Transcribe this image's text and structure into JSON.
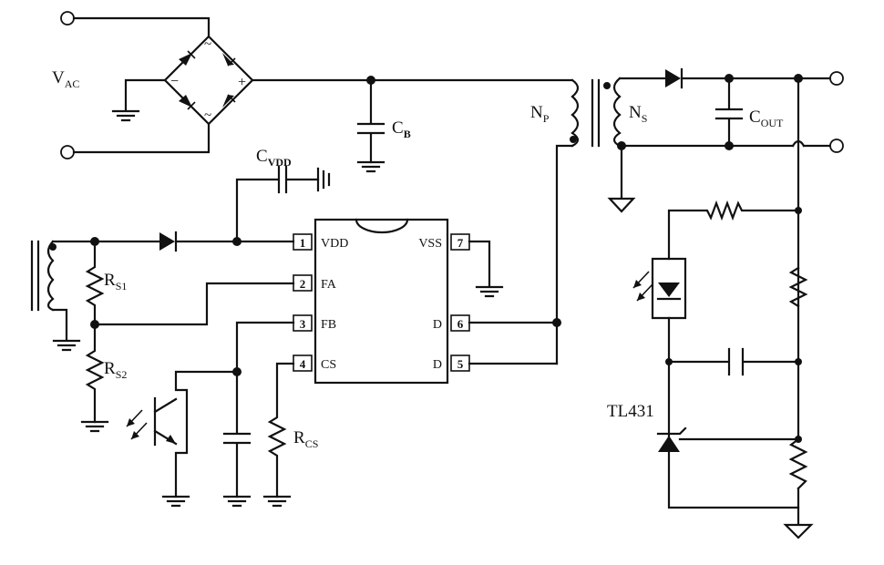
{
  "labels": {
    "vac": "V",
    "vac_sub": "AC",
    "cb": "C",
    "cb_sub": "B",
    "cvdd": "C",
    "cvdd_sub": "VDD",
    "np": "N",
    "np_sub": "P",
    "ns": "N",
    "ns_sub": "S",
    "cout": "C",
    "cout_sub": "OUT",
    "rs1": "R",
    "rs1_sub": "S1",
    "rs2": "R",
    "rs2_sub": "S2",
    "rcs": "R",
    "rcs_sub": "CS",
    "tl431": "TL431"
  },
  "ic": {
    "pins": [
      {
        "num": "1",
        "name": "VDD"
      },
      {
        "num": "2",
        "name": "FA"
      },
      {
        "num": "3",
        "name": "FB"
      },
      {
        "num": "4",
        "name": "CS"
      },
      {
        "num": "7",
        "name": "VSS"
      },
      {
        "num": "6",
        "name": "D"
      },
      {
        "num": "5",
        "name": "D"
      }
    ]
  }
}
